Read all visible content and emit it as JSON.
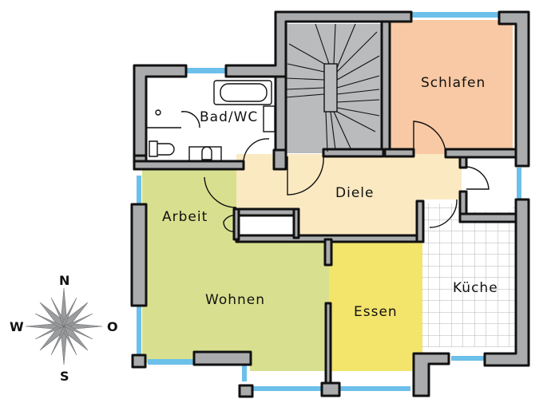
{
  "floorplan": {
    "rooms": [
      {
        "id": "bad-wc",
        "label": "Bad/WC",
        "color": "#ffffff"
      },
      {
        "id": "treppe",
        "label": "",
        "color": "#b9bbbd"
      },
      {
        "id": "schlafen",
        "label": "Schlafen",
        "color": "#f8c9a4"
      },
      {
        "id": "diele",
        "label": "Diele",
        "color": "#fbe9c2"
      },
      {
        "id": "arbeit",
        "label": "Arbeit",
        "color": "#d8e08f"
      },
      {
        "id": "wohnen",
        "label": "Wohnen",
        "color": "#d8e08f"
      },
      {
        "id": "essen",
        "label": "Essen",
        "color": "#f3e46b"
      },
      {
        "id": "kueche",
        "label": "Küche",
        "color": "#ffffff"
      }
    ],
    "colors": {
      "wall": "#a9abad",
      "outline": "#111111",
      "window": "#6cc0ea",
      "tile_grid": "#b5b5b5"
    }
  },
  "compass": {
    "north": "N",
    "south": "S",
    "west": "W",
    "east": "O"
  }
}
